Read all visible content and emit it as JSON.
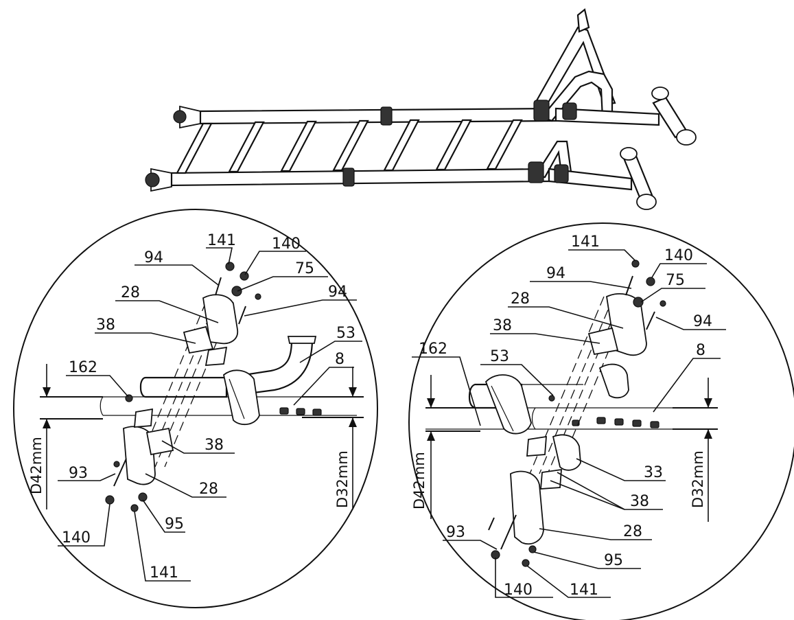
{
  "diagram": {
    "left_view": {
      "labels": [
        "141",
        "140",
        "94",
        "75",
        "94",
        "28",
        "38",
        "53",
        "162",
        "8",
        "38",
        "93",
        "28",
        "140",
        "95",
        "141"
      ],
      "dim_left": "D42mm",
      "dim_right": "D32mm"
    },
    "right_view": {
      "labels": [
        "141",
        "94",
        "140",
        "75",
        "28",
        "94",
        "38",
        "162",
        "53",
        "8",
        "33",
        "38",
        "93",
        "28",
        "95",
        "140",
        "141"
      ],
      "dim_left": "D42mm",
      "dim_right": "D32mm"
    }
  }
}
